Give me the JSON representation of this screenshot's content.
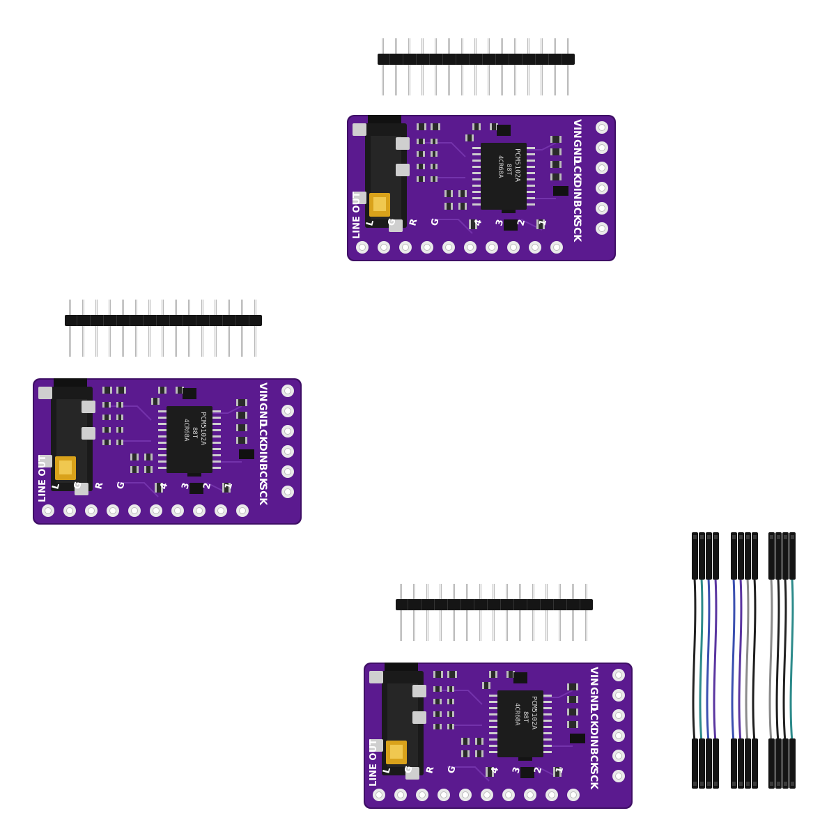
{
  "product": {
    "board_color": "#5b1a8f",
    "board_edge_color": "#3f0f66",
    "pad_color": "#e9e9e9",
    "chip_color": "#1c1c1c",
    "gold_color": "#d9a21b",
    "header_color": "#151515",
    "wire_colors": [
      "#222222",
      "#2c8a8a",
      "#3a4fb0",
      "#5a35a0",
      "#8a8a8a",
      "#1e1e1e"
    ],
    "right_pins": [
      "VIN",
      "GND",
      "LCK",
      "DIN",
      "BCK",
      "SCK"
    ],
    "bottom_pins": [
      "L",
      "G",
      "R",
      "G",
      "",
      "4",
      "3",
      "2",
      "1"
    ],
    "jack_label": "LINE OUT",
    "chip_marking": {
      "line1": "PCM5102A",
      "line2": "88T",
      "line3": "4CR68A"
    }
  }
}
